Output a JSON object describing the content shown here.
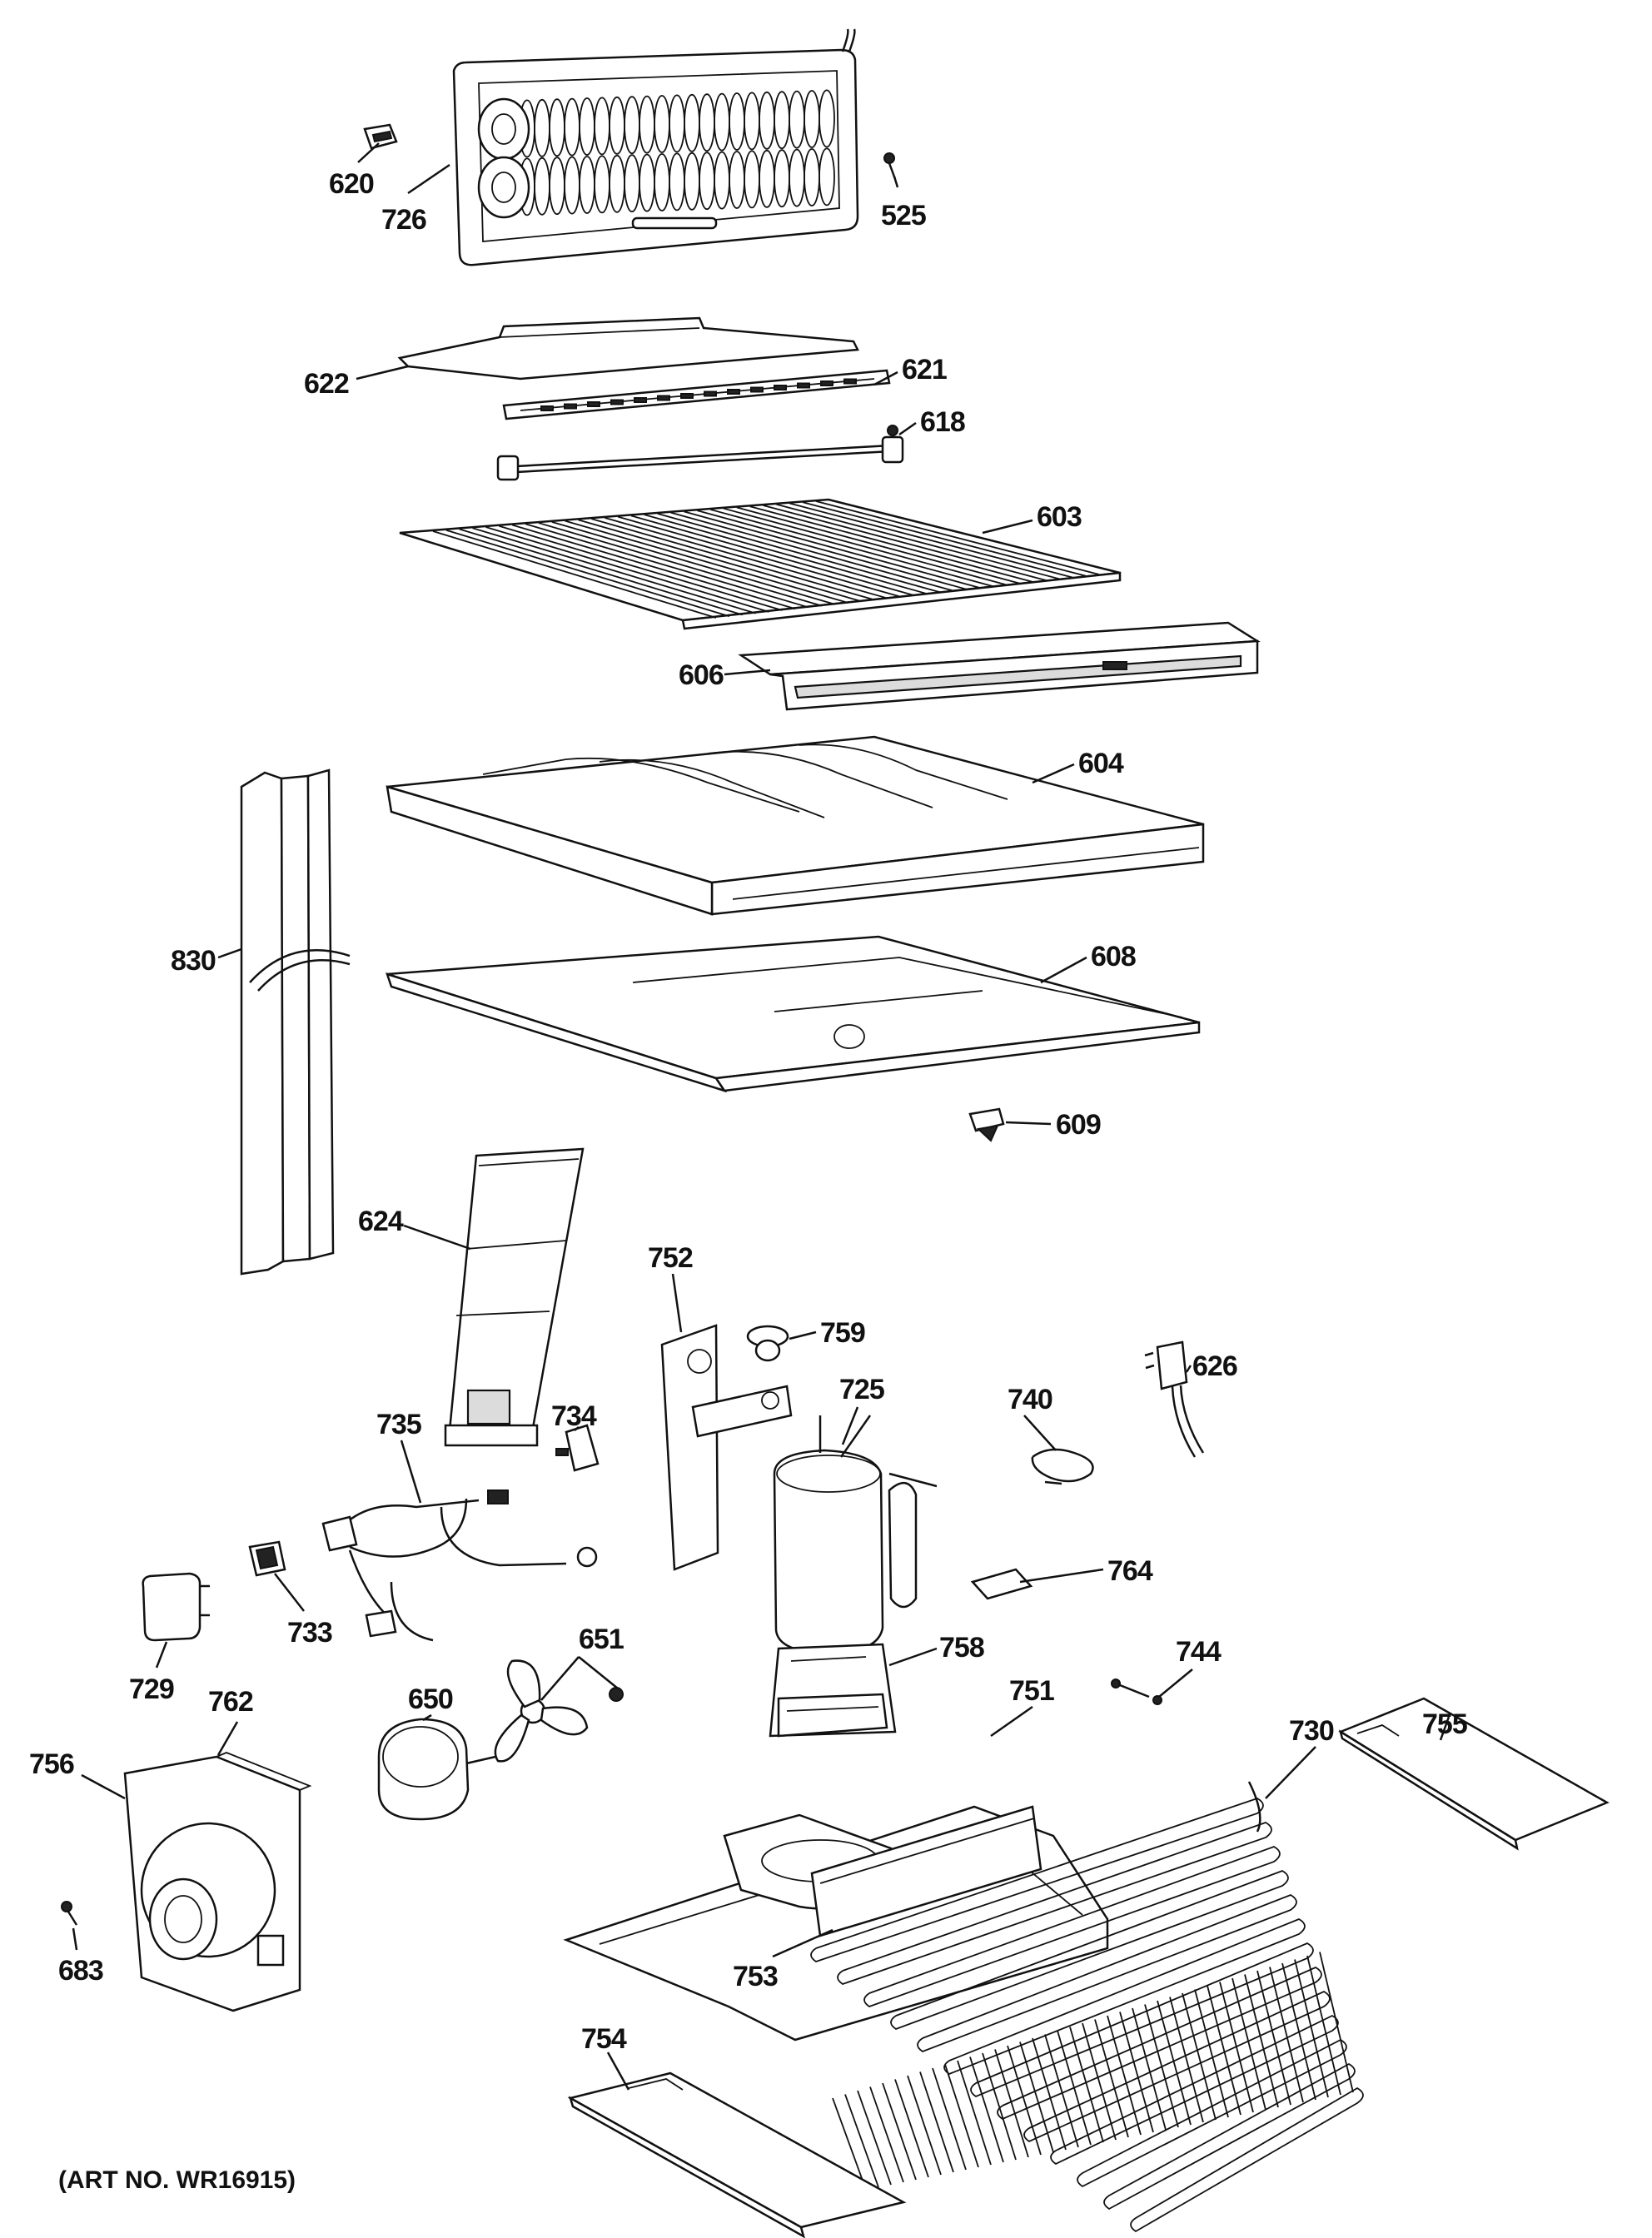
{
  "diagram": {
    "art_number": "(ART NO. WR16915)",
    "parts": [
      {
        "id": "p620",
        "label": "620"
      },
      {
        "id": "p726",
        "label": "726"
      },
      {
        "id": "p525",
        "label": "525"
      },
      {
        "id": "p622",
        "label": "622"
      },
      {
        "id": "p621",
        "label": "621"
      },
      {
        "id": "p618",
        "label": "618"
      },
      {
        "id": "p603",
        "label": "603"
      },
      {
        "id": "p606",
        "label": "606"
      },
      {
        "id": "p604",
        "label": "604"
      },
      {
        "id": "p830",
        "label": "830"
      },
      {
        "id": "p608",
        "label": "608"
      },
      {
        "id": "p609",
        "label": "609"
      },
      {
        "id": "p624",
        "label": "624"
      },
      {
        "id": "p752",
        "label": "752"
      },
      {
        "id": "p759",
        "label": "759"
      },
      {
        "id": "p725",
        "label": "725"
      },
      {
        "id": "p740",
        "label": "740"
      },
      {
        "id": "p626",
        "label": "626"
      },
      {
        "id": "p735",
        "label": "735"
      },
      {
        "id": "p734",
        "label": "734"
      },
      {
        "id": "p764",
        "label": "764"
      },
      {
        "id": "p733",
        "label": "733"
      },
      {
        "id": "p729",
        "label": "729"
      },
      {
        "id": "p651",
        "label": "651"
      },
      {
        "id": "p758",
        "label": "758"
      },
      {
        "id": "p744",
        "label": "744"
      },
      {
        "id": "p762",
        "label": "762"
      },
      {
        "id": "p650",
        "label": "650"
      },
      {
        "id": "p751",
        "label": "751"
      },
      {
        "id": "p730",
        "label": "730"
      },
      {
        "id": "p755",
        "label": "755"
      },
      {
        "id": "p756",
        "label": "756"
      },
      {
        "id": "p683",
        "label": "683"
      },
      {
        "id": "p753",
        "label": "753"
      },
      {
        "id": "p754",
        "label": "754"
      }
    ]
  }
}
